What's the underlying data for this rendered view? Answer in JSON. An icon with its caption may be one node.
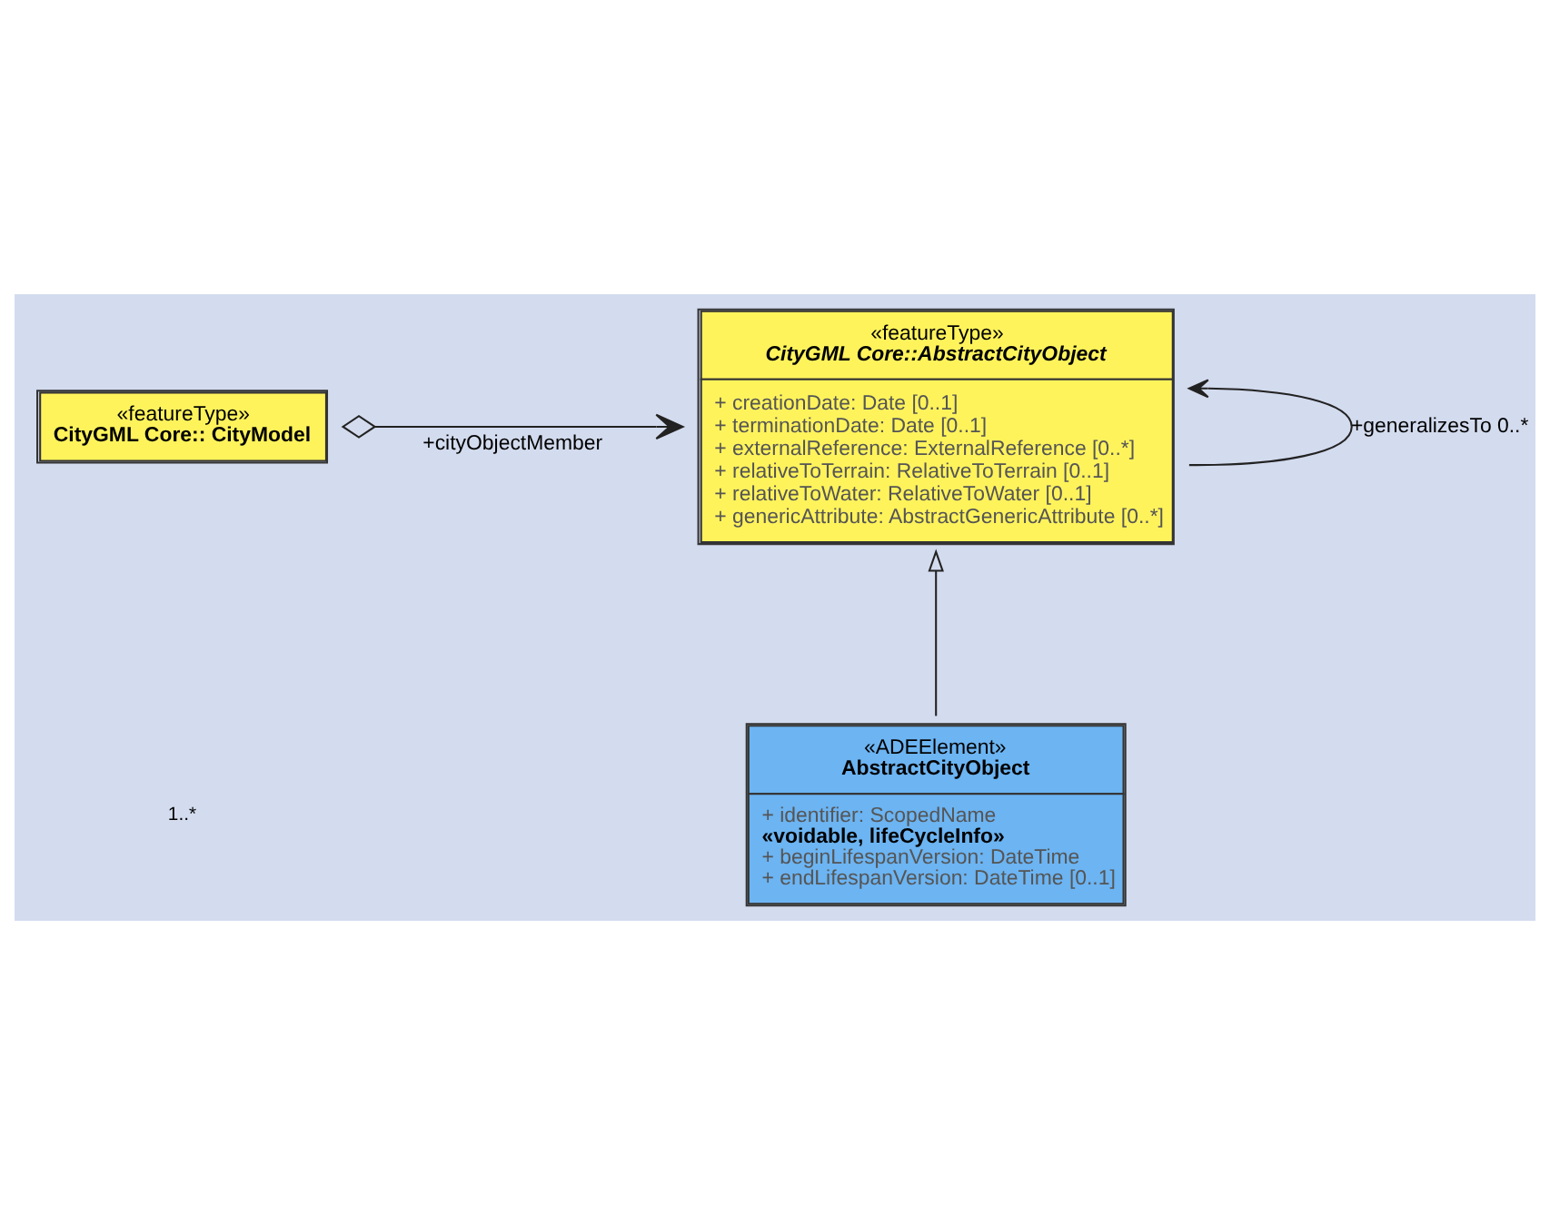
{
  "diagram": {
    "nodes": [
      {
        "text": [
          "«featureType»",
          "CityGML Core:: CityModel"
        ]
      },
      {
        "text": [
          "«featureType»",
          "CityGML Core::AbstractCityObject",
          "+ creationDate: Date [0..1]",
          "+ terminationDate: Date [0..1]",
          "+ externalReference: ExternalReference [0..*]",
          "+ relativeToTerrain: RelativeToTerrain [0..1]",
          "+ relativeToWater: RelativeToWater [0..1]",
          "+ genericAttribute: AbstractGenericAttribute [0..*]"
        ]
      },
      {
        "text": [
          "«ADEElement»",
          "AbstractCityObject",
          "+ identifier: ScopedName",
          "«voidable, lifeCycleInfo»",
          "+ beginLifespanVersion: DateTime",
          "+ endLifespanVersion: DateTime [0..1]"
        ]
      }
    ],
    "edges": [
      {
        "from": 1,
        "to": 1,
        "arrow": "to",
        "label": "+generalizesTo 0..*"
      },
      {
        "from": 0,
        "to": 1,
        "arrow": "to",
        "label": "+cityObjectMember"
      },
      {
        "from": 2,
        "to": 1,
        "arrow": "to"
      }
    ],
    "labels": [
      "1..*"
    ]
  }
}
